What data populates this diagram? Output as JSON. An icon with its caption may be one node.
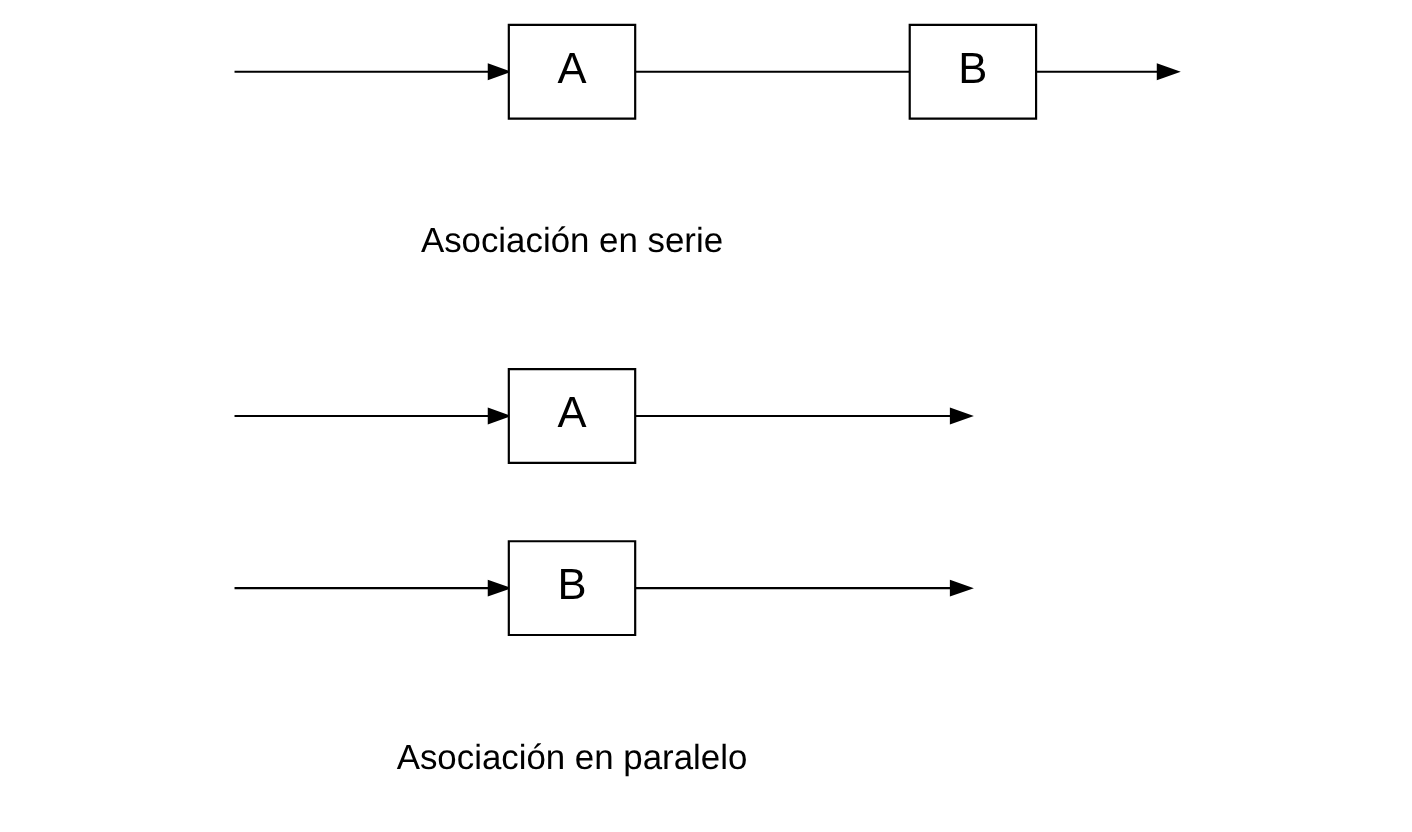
{
  "diagram": {
    "nodes": [
      {
        "text": [
          "A"
        ]
      },
      {
        "text": [
          "B"
        ]
      },
      {
        "text": [
          "A"
        ]
      },
      {
        "text": [
          "B"
        ]
      }
    ],
    "edges": [
      {
        "from": null,
        "to": 0,
        "arrow": "to"
      },
      {
        "from": 0,
        "to": 1,
        "arrow": "none"
      },
      {
        "from": 1,
        "to": null,
        "arrow": "to"
      },
      {
        "from": 2,
        "to": null,
        "arrow": "to"
      },
      {
        "from": 3,
        "to": null,
        "arrow": "to"
      },
      {
        "from": null,
        "to": 2,
        "arrow": "to"
      },
      {
        "from": null,
        "to": 3,
        "arrow": "to"
      }
    ],
    "labels": [
      "Asociación en serie",
      "Asociación en paralelo"
    ]
  }
}
